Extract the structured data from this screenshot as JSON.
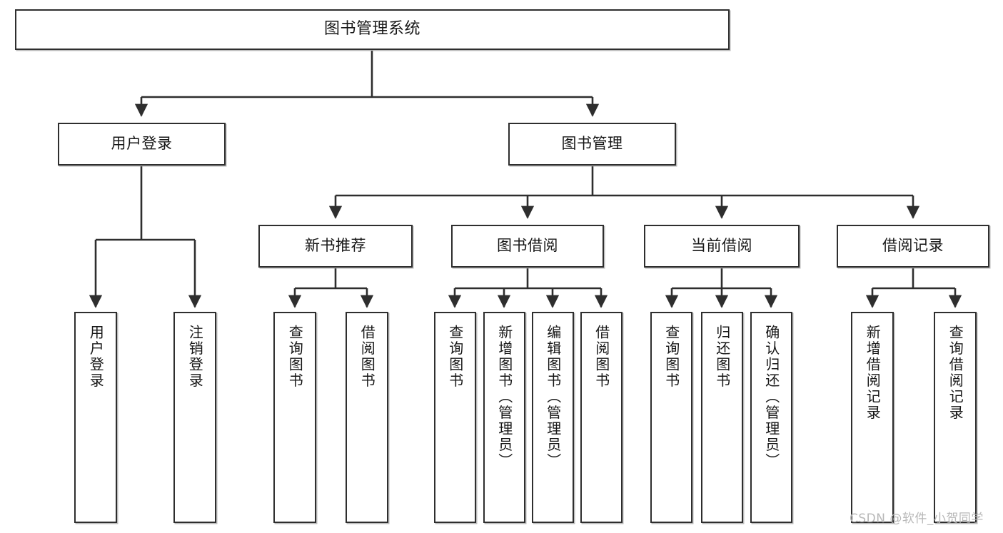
{
  "diagram": {
    "title": "图书管理系统",
    "type": "hierarchy-tree",
    "root": {
      "label": "图书管理系统"
    },
    "level2": [
      {
        "label": "用户登录"
      },
      {
        "label": "图书管理"
      }
    ],
    "level3": [
      {
        "label": "新书推荐"
      },
      {
        "label": "图书借阅"
      },
      {
        "label": "当前借阅"
      },
      {
        "label": "借阅记录"
      }
    ],
    "leaves": {
      "user_login": [
        {
          "label": "用户登录"
        },
        {
          "label": "注销登录"
        }
      ],
      "new_book_recommend": [
        {
          "label": "查询图书"
        },
        {
          "label": "借阅图书"
        }
      ],
      "book_borrow": [
        {
          "label": "查询图书"
        },
        {
          "label": "新增图书（管理员）"
        },
        {
          "label": "编辑图书（管理员）"
        },
        {
          "label": "借阅图书"
        }
      ],
      "current_borrow": [
        {
          "label": "查询图书"
        },
        {
          "label": "归还图书"
        },
        {
          "label": "确认归还（管理员）"
        }
      ],
      "borrow_record": [
        {
          "label": "新增借阅记录"
        },
        {
          "label": "查询借阅记录"
        }
      ]
    }
  },
  "watermark": {
    "text": "CSDN @软件_小贺同学"
  },
  "colors": {
    "border": "#2e2e2e",
    "background": "#ffffff",
    "text": "#171717",
    "watermark": "#b8b8b8"
  }
}
